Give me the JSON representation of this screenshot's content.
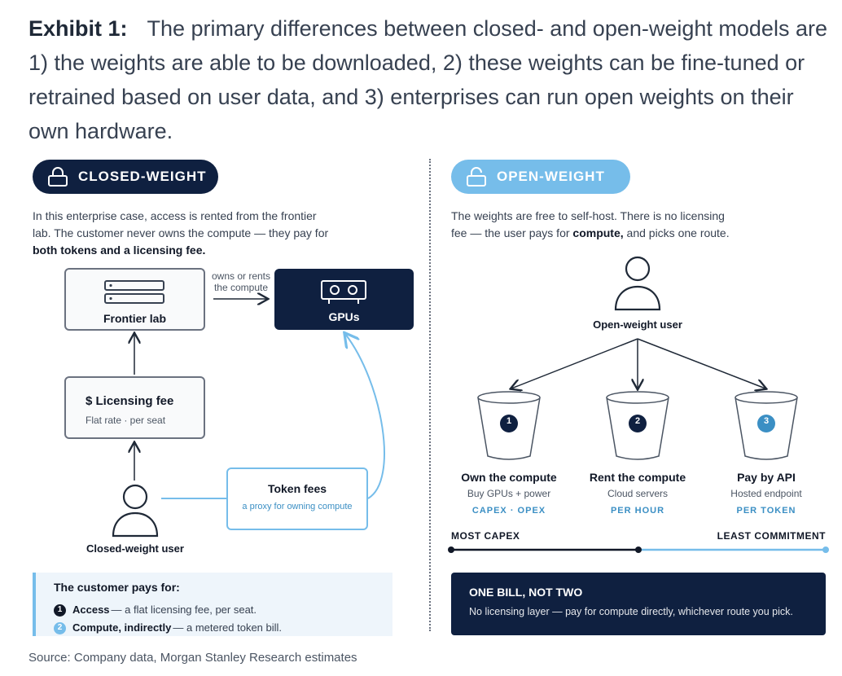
{
  "exhibit": {
    "label": "Exhibit 1:",
    "caption": "The primary differences between closed- and open-weight models are 1) the weights are able to be downloaded, 2) these weights can be fine-tuned or retrained based on user data, and 3) enterprises can run open weights on their own hardware."
  },
  "closed": {
    "pill_label": "CLOSED-WEIGHT",
    "desc_line1": "In this enterprise case, access is rented from the frontier",
    "desc_line2": "lab. The customer never owns the compute — they pay for",
    "desc_bold": "both tokens and a licensing fee.",
    "frontier_lab": "Frontier lab",
    "arrow_note_line1": "owns or rents",
    "arrow_note_line2": "the compute",
    "gpus": "GPUs",
    "licensing_title": "$ Licensing fee",
    "licensing_sub": "Flat rate · per seat",
    "token_title": "Token fees",
    "token_sub": "a proxy for owning compute",
    "user_label": "Closed-weight user",
    "pays_head": "The customer pays for:",
    "pays_items": [
      {
        "num": "1",
        "bold": "Access",
        "rest": " — a flat licensing fee, per seat."
      },
      {
        "num": "2",
        "bold": "Compute, indirectly",
        "rest": " — a metered token bill."
      }
    ]
  },
  "open": {
    "pill_label": "OPEN-WEIGHT",
    "desc_line1": "The weights are free to self-host. There is no licensing",
    "desc_pre": "fee — the user pays for ",
    "desc_bold": "compute,",
    "desc_post": " and picks one route.",
    "user_label": "Open-weight user",
    "routes": [
      {
        "num": "1",
        "title": "Own the compute",
        "sub": "Buy GPUs + power",
        "tag": "CAPEX · OPEX"
      },
      {
        "num": "2",
        "title": "Rent the compute",
        "sub": "Cloud servers",
        "tag": "PER HOUR"
      },
      {
        "num": "3",
        "title": "Pay by API",
        "sub": "Hosted endpoint",
        "tag": "PER TOKEN"
      }
    ],
    "scale_left": "MOST CAPEX",
    "scale_right": "LEAST COMMITMENT",
    "bill_head": "ONE BILL, NOT TWO",
    "bill_body": "No licensing layer — pay for compute directly, whichever route you pick."
  },
  "colors": {
    "navy": "#0f2040",
    "accent": "#76bdea",
    "gray": "#6b7280"
  },
  "source": "Source: Company data, Morgan Stanley Research estimates"
}
